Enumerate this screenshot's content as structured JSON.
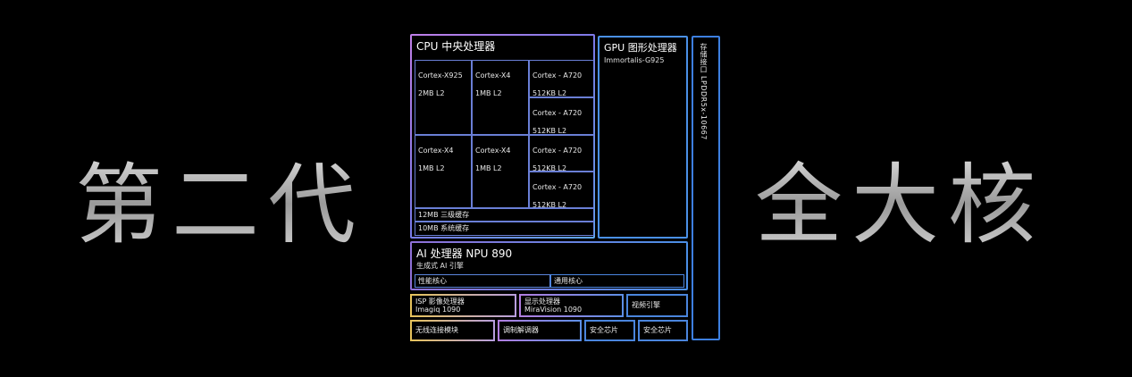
{
  "left_title": "第二代",
  "right_title": "全大核",
  "cpu": {
    "title": "CPU 中央处理器",
    "cores": [
      {
        "name": "Cortex-X925",
        "cache": "2MB L2"
      },
      {
        "name": "Cortex-X4",
        "cache": "1MB L2"
      },
      {
        "name": "Cortex - A720",
        "cache": "512KB L2"
      },
      {
        "name": "Cortex - A720",
        "cache": "512KB L2"
      },
      {
        "name": "Cortex-X4",
        "cache": "1MB L2"
      },
      {
        "name": "Cortex-X4",
        "cache": "1MB L2"
      },
      {
        "name": "Cortex - A720",
        "cache": "512KB L2"
      },
      {
        "name": "Cortex - A720",
        "cache": "512KB L2"
      }
    ],
    "l3": "12MB 三级缓存",
    "slc": "10MB 系统缓存"
  },
  "gpu": {
    "title": "GPU 图形处理器",
    "subtitle": "Immortalis-G925"
  },
  "memory": {
    "label": "存储接口 LPDDR5x-10667"
  },
  "npu": {
    "title": "AI 处理器 NPU 890",
    "subtitle": "生成式 AI 引擎",
    "perf_core": "性能核心",
    "general_core": "通用核心"
  },
  "isp": {
    "title": "ISP 影像处理器",
    "subtitle": "Imagiq 1090"
  },
  "display": {
    "title": "显示处理器",
    "subtitle": "MiraVision 1090"
  },
  "video": "视频引擎",
  "wireless": "无线连接模块",
  "modem": "调制解调器",
  "security1": "安全芯片",
  "security2": "安全芯片",
  "colors": {
    "cpu_accent": "#c07ee8",
    "blue_accent": "#4a8fe0",
    "yellow_accent": "#e6c35a"
  }
}
